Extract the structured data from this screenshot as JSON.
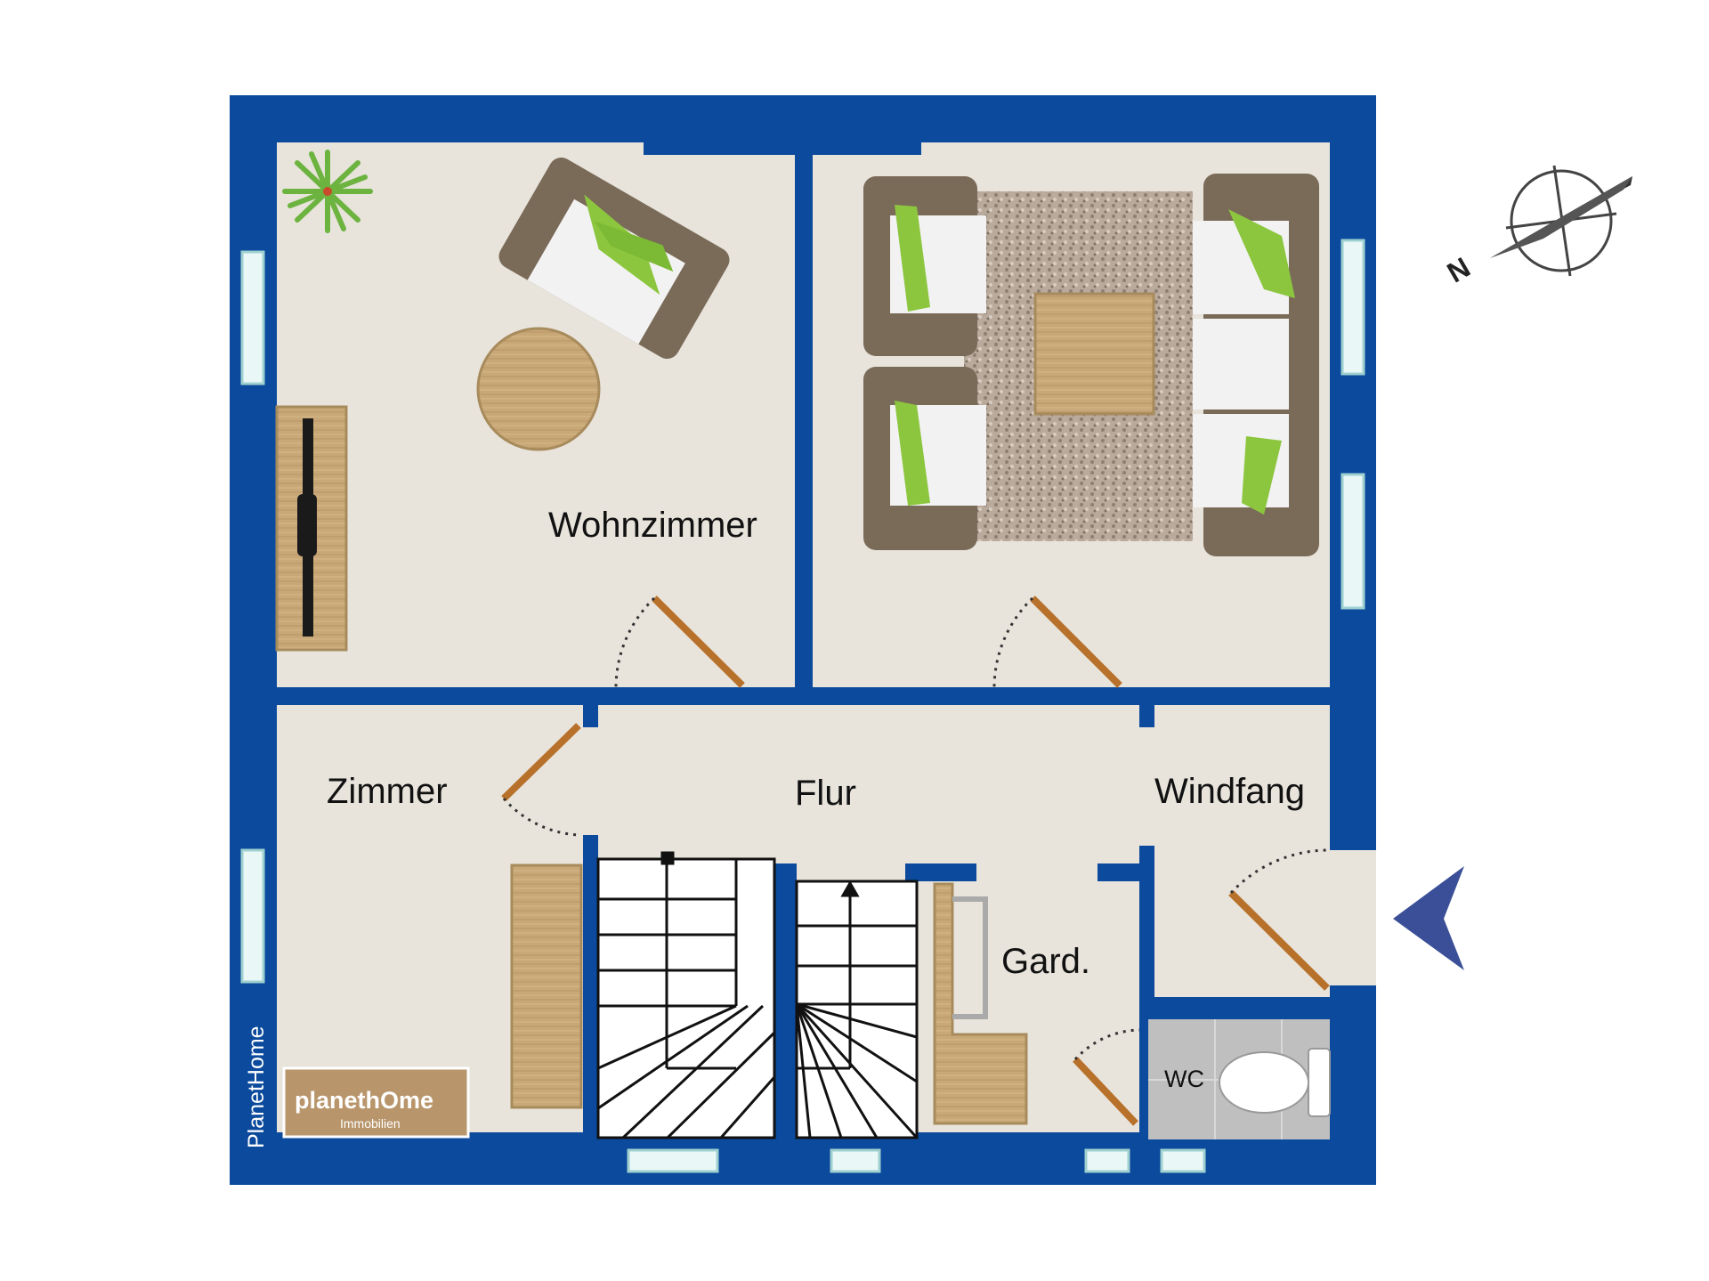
{
  "rooms": {
    "wohnzimmer": "Wohnzimmer",
    "zimmer": "Zimmer",
    "flur": "Flur",
    "windfang": "Windfang",
    "garderobe": "Gard.",
    "wc": "WC"
  },
  "branding": {
    "side_text": "PlanetHome",
    "logo_text": "planethOme",
    "logo_subtext": "Immobilien"
  },
  "compass": {
    "north_label": "N"
  },
  "colors": {
    "wall": "#0b4a9c",
    "floor": "#e8e4dc",
    "wood": "#c9a877",
    "door": "#b8712a",
    "window": "#e9f7f7",
    "sofa": "#7a6a58",
    "cushion": "#8cc63f",
    "entrance_arrow": "#3a4f97",
    "logo_bg": "#b8956b"
  },
  "icons": {
    "plant": "plant-icon",
    "compass": "compass-icon",
    "entrance": "entrance-arrow-icon"
  }
}
